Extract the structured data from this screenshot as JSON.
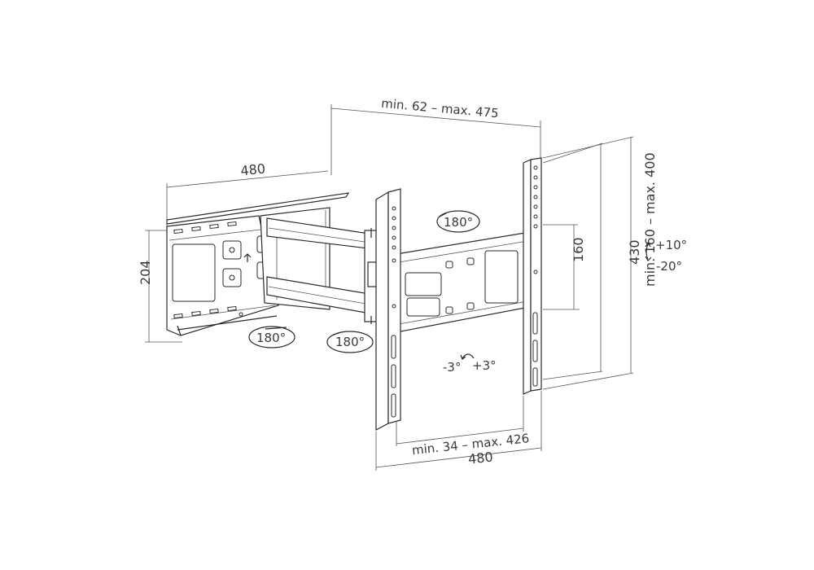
{
  "dimensions": {
    "arm_extension": "min. 62 – max. 475",
    "wall_plate_width": "480",
    "wall_plate_height": "204",
    "vesa_vertical": "min. 160 – max. 400",
    "vesa_vertical_min": "160",
    "total_height": "430",
    "vesa_horizontal": "min. 34 – max. 426",
    "bracket_width": "480"
  },
  "rotations": {
    "swivel_wall": "180°",
    "swivel_elbow": "180°",
    "swivel_arm": "180°",
    "tilt_up": "+10°",
    "tilt_down": "-20°",
    "rotate_left": "-3°",
    "rotate_right": "+3°"
  }
}
